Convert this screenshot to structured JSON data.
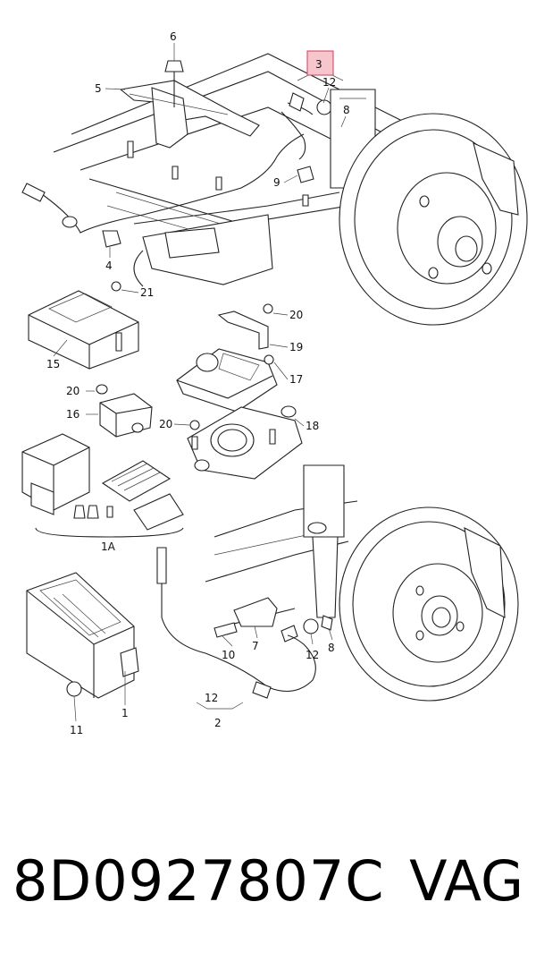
{
  "labels": {
    "l6": "6",
    "l5": "5",
    "l3": "3",
    "l12a": "12",
    "l8a": "8",
    "l9": "9",
    "l4": "4",
    "l21": "21",
    "l15": "15",
    "l20a": "20",
    "l19": "19",
    "l17": "17",
    "l20b": "20",
    "l16": "16",
    "l20c": "20",
    "l18": "18",
    "l1A": "1A",
    "l10": "10",
    "l7": "7",
    "l12b": "12",
    "l8b": "8",
    "l1": "1",
    "l11": "11",
    "l12c": "12",
    "l2": "2"
  },
  "footer": {
    "part_number": "8D0927807C",
    "brand": "VAG"
  },
  "colors": {
    "highlight_fill": "#f7c6cc",
    "highlight_stroke": "#d23a5a"
  }
}
